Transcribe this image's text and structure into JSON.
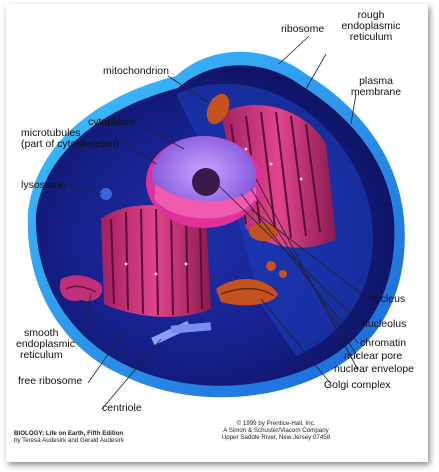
{
  "labels": {
    "mitochondrion": "mitochondrion",
    "ribosome": "ribosome",
    "rough_er_1": "rough",
    "rough_er_2": "endoplasmic",
    "rough_er_3": "reticulum",
    "plasma_1": "plasma",
    "plasma_2": "membrane",
    "cytoplasm": "cytoplasm",
    "microtubules_1": "microtubules",
    "microtubules_2": "(part of cytoskeleton)",
    "lysosome": "lysosome",
    "nucleus": "nucleus",
    "nucleolus": "nucleolus",
    "chromatin": "chromatin",
    "nuclear_pore": "nuclear pore",
    "nuclear_envelope": "nuclear envelope",
    "golgi": "Golgi complex",
    "smooth_er_1": "smooth",
    "smooth_er_2": "endoplasmic",
    "smooth_er_3": "reticulum",
    "free_ribosome": "free ribosome",
    "centriole": "centriole"
  },
  "credits": {
    "book_title": "BIOLOGY: Life on Earth, Fifth Edition",
    "book_authors": "by Teresa Audesirk and Gerald Audesirk",
    "copyright_1": "© 1999 by Prentice-Hall, Inc.",
    "copyright_2": "A Simon & Schuster/Viacom Company",
    "copyright_3": "Upper Saddle River, New Jersey 07458"
  }
}
